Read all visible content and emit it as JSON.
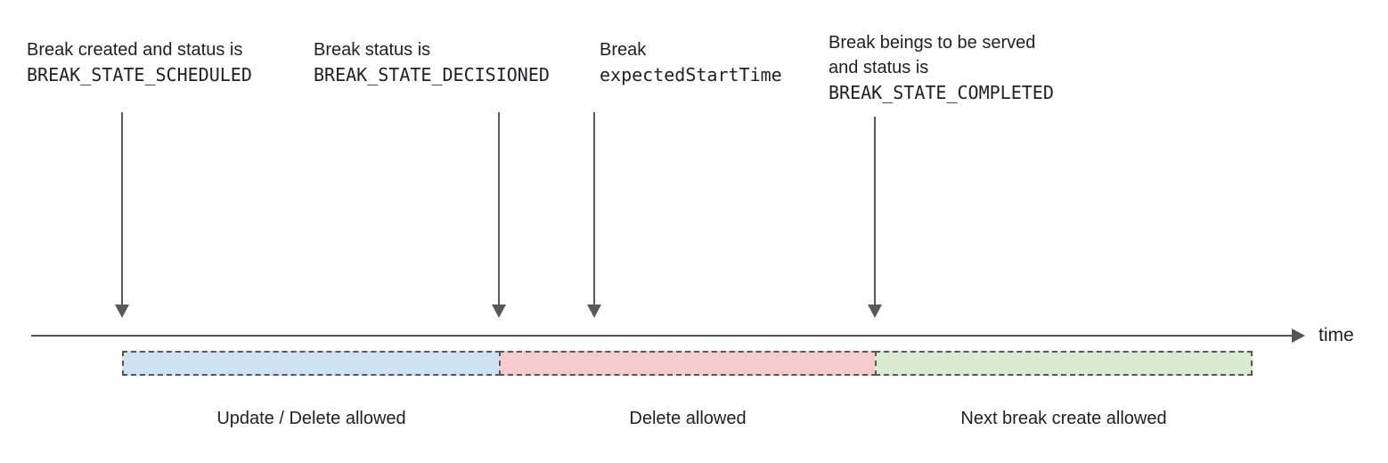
{
  "annotations": [
    {
      "line1": "Break created and status is",
      "code": "BREAK_STATE_SCHEDULED"
    },
    {
      "line1": "Break status is",
      "code": "BREAK_STATE_DECISIONED"
    },
    {
      "line1": "Break",
      "code": "expectedStartTime"
    },
    {
      "line1": "Break beings to be served",
      "line2": "and status is",
      "code": "BREAK_STATE_COMPLETED"
    }
  ],
  "timeline": {
    "axis_label": "time"
  },
  "segments": [
    {
      "label": "Update / Delete allowed",
      "fill": "#cfe2f3"
    },
    {
      "label": "Delete allowed",
      "fill": "#f4cccc"
    },
    {
      "label": "Next break create allowed",
      "fill": "#d9ead3"
    }
  ],
  "colors": {
    "text": "#202124",
    "arrow_line": "#595959",
    "axis_line": "#545454",
    "segment_border": "#595959",
    "segment_blue_fill": "#cfe2f3",
    "segment_red_fill": "#f4cccc",
    "segment_green_fill": "#d9ead3"
  }
}
